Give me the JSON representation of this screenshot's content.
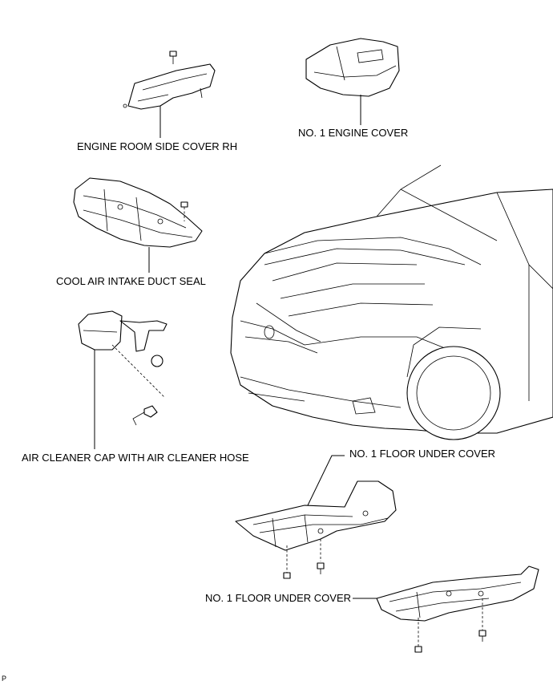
{
  "labels": {
    "engine_room_side_cover_rh": "ENGINE ROOM SIDE COVER RH",
    "no1_engine_cover": "NO. 1 ENGINE COVER",
    "cool_air_intake_duct_seal": "COOL AIR INTAKE DUCT SEAL",
    "air_cleaner_cap": "AIR CLEANER CAP WITH AIR CLEANER HOSE",
    "no1_floor_under_cover_upper": "NO. 1 FLOOR UNDER COVER",
    "no1_floor_under_cover_lower": "NO. 1 FLOOR UNDER COVER"
  },
  "corner_mark": "P"
}
